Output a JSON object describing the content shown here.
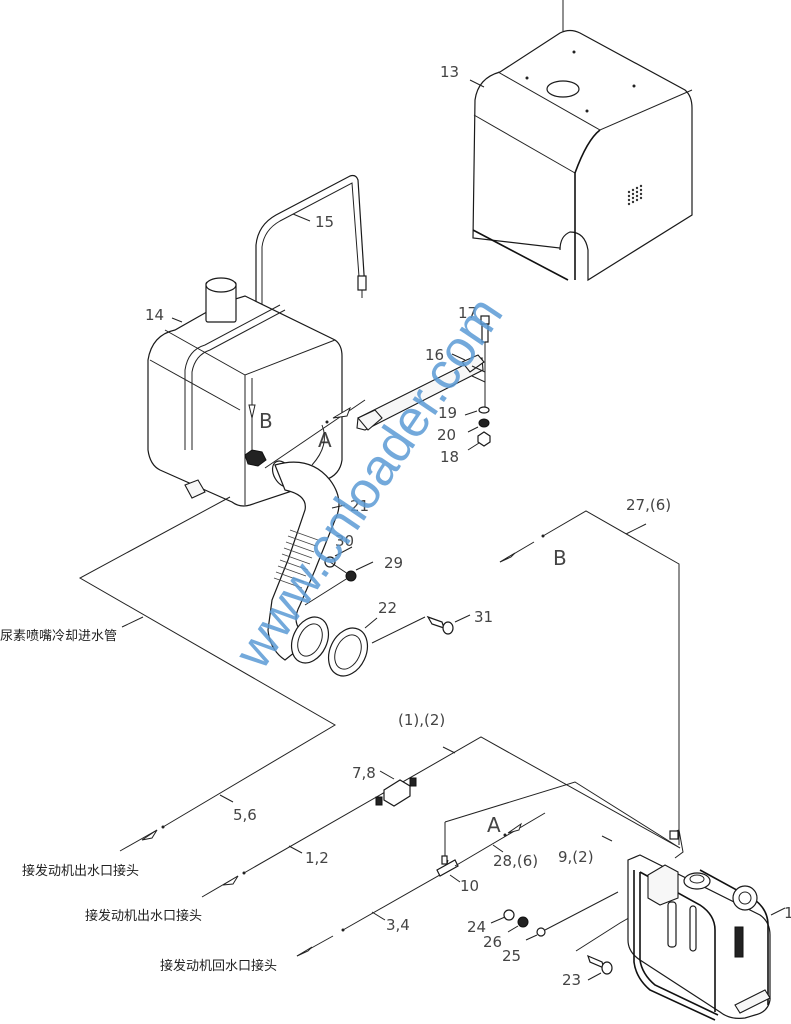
{
  "diagram": {
    "title": "Urea tank cooling water piping exploded view",
    "watermark": "www.cnloader.com",
    "colors": {
      "line": "#222222",
      "label": "#444444",
      "watermark": "#5b9bd5"
    },
    "part_labels": {
      "p13": "13",
      "p14": "14",
      "p15": "15",
      "p16": "16",
      "p17": "17",
      "p19": "19",
      "p20": "20",
      "p18": "18",
      "p21": "21",
      "p30": "30",
      "p29": "29",
      "p22": "22",
      "p31": "31",
      "p27_6": "27,(6)",
      "p1_2_paren": "(1),(2)",
      "p7_8": "7,8",
      "p5_6": "5,6",
      "p1_2": "1,2",
      "p3_4": "3,4",
      "p28_6": "28,(6)",
      "p9_2": "9,(2)",
      "p10": "10",
      "p24": "24",
      "p26": "26",
      "p25": "25",
      "p23": "23",
      "p1": "1"
    },
    "connection_letters": {
      "a_top": "A",
      "b_top": "B",
      "b_right": "B",
      "a_bottom": "A"
    },
    "annotations": {
      "urea_nozzle_cooling_inlet": "尿素喷嘴冷却进水管",
      "engine_outlet_1": "接发动机出水口接头",
      "engine_outlet_2": "接发动机出水口接头",
      "engine_return": "接发动机回水口接头"
    }
  }
}
